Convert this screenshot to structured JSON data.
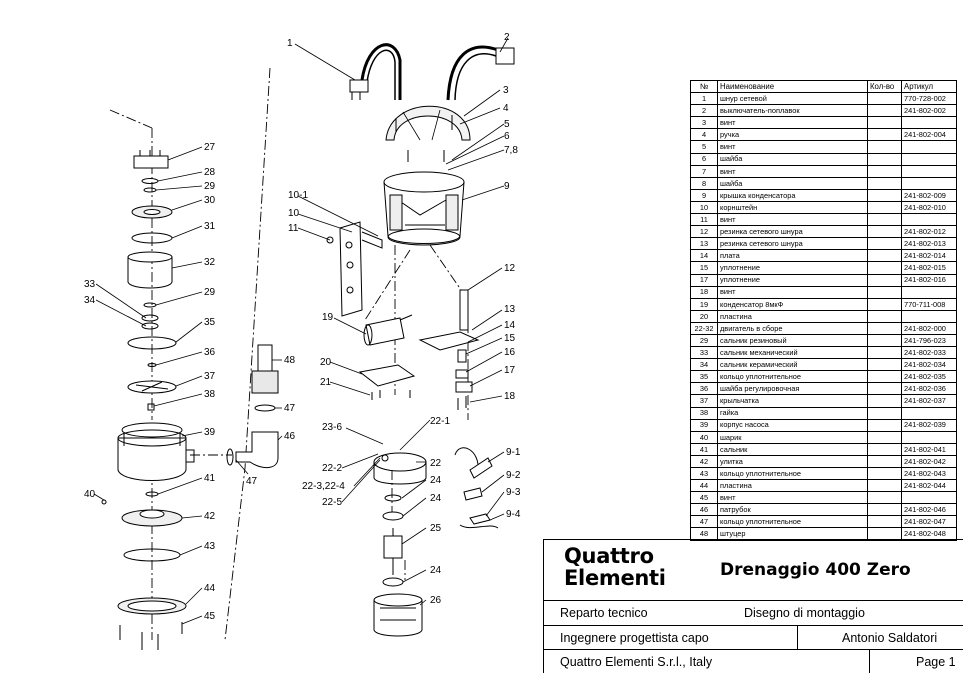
{
  "callouts": [
    "1",
    "2",
    "3",
    "4",
    "5",
    "6",
    "7,8",
    "9",
    "10-1",
    "10",
    "11",
    "12",
    "13",
    "14",
    "15",
    "16",
    "17",
    "18",
    "19",
    "20",
    "21",
    "22-1",
    "22",
    "23-6",
    "22-2",
    "22-3,22-4",
    "22-5",
    "24",
    "24",
    "25",
    "24",
    "26",
    "27",
    "28",
    "29",
    "30",
    "31",
    "32",
    "33",
    "34",
    "29",
    "35",
    "36",
    "37",
    "38",
    "39",
    "40",
    "41",
    "42",
    "43",
    "44",
    "45",
    "48",
    "47",
    "46",
    "47",
    "9-1",
    "9-2",
    "9-3",
    "9-4"
  ],
  "table": {
    "headers": [
      "№",
      "Наименование",
      "Кол-во",
      "Артикул"
    ],
    "rows": [
      [
        "1",
        "шнур сетевой",
        "",
        "770-728-002"
      ],
      [
        "2",
        "выключатель-поплавок",
        "",
        "241-802-002"
      ],
      [
        "3",
        "винт",
        "",
        ""
      ],
      [
        "4",
        "ручка",
        "",
        "241-802-004"
      ],
      [
        "5",
        "винт",
        "",
        ""
      ],
      [
        "6",
        "шайба",
        "",
        ""
      ],
      [
        "7",
        "винт",
        "",
        ""
      ],
      [
        "8",
        "шайба",
        "",
        ""
      ],
      [
        "9",
        "крышка конденсатора",
        "",
        "241-802-009"
      ],
      [
        "10",
        "корнштейн",
        "",
        "241-802-010"
      ],
      [
        "11",
        "винт",
        "",
        ""
      ],
      [
        "12",
        "резинка сетевого шнура",
        "",
        "241-802-012"
      ],
      [
        "13",
        "резинка сетевого шнура",
        "",
        "241-802-013"
      ],
      [
        "14",
        "плата",
        "",
        "241-802-014"
      ],
      [
        "15",
        "уплотнение",
        "",
        "241-802-015"
      ],
      [
        "17",
        "уплотнение",
        "",
        "241-802-016"
      ],
      [
        "18",
        "винт",
        "",
        ""
      ],
      [
        "19",
        "конденсатор 8мкФ",
        "",
        "770-711-008"
      ],
      [
        "20",
        "пластина",
        "",
        ""
      ],
      [
        "22-32",
        "двигатель в сборе",
        "",
        "241-802-000"
      ],
      [
        "29",
        "сальник резиновый",
        "",
        "241-796-023"
      ],
      [
        "33",
        "сальник механический",
        "",
        "241-802-033"
      ],
      [
        "34",
        "сальник керамический",
        "",
        "241-802-034"
      ],
      [
        "35",
        "кольцо уплотнительное",
        "",
        "241-802-035"
      ],
      [
        "36",
        "шайба  регулировочная",
        "",
        "241-802-036"
      ],
      [
        "37",
        "крыльчатка",
        "",
        "241-802-037"
      ],
      [
        "38",
        "гайка",
        "",
        ""
      ],
      [
        "39",
        "корпус насоса",
        "",
        "241-802-039"
      ],
      [
        "40",
        "шарик",
        "",
        ""
      ],
      [
        "41",
        "сальник",
        "",
        "241-802-041"
      ],
      [
        "42",
        "улитка",
        "",
        "241-802-042"
      ],
      [
        "43",
        "кольцо уплотнительное",
        "",
        "241-802-043"
      ],
      [
        "44",
        "пластина",
        "",
        "241-802-044"
      ],
      [
        "45",
        "винт",
        "",
        ""
      ],
      [
        "46",
        "патрубок",
        "",
        "241-802-046"
      ],
      [
        "47",
        "кольцо уплотнительное",
        "",
        "241-802-047"
      ],
      [
        "48",
        "штуцер",
        "",
        "241-802-048"
      ]
    ]
  },
  "title_block": {
    "logo_line1": "Quattro",
    "logo_line2": "Elementi",
    "product": "Drenaggio 400 Zero",
    "department": "Reparto tecnico",
    "drawing_type": "Disegno di montaggio",
    "role": "Ingegnere progettista capo",
    "engineer": "Antonio Saldatori",
    "company": "Quattro Elementi S.r.l., Italy",
    "page": "Page 1"
  }
}
